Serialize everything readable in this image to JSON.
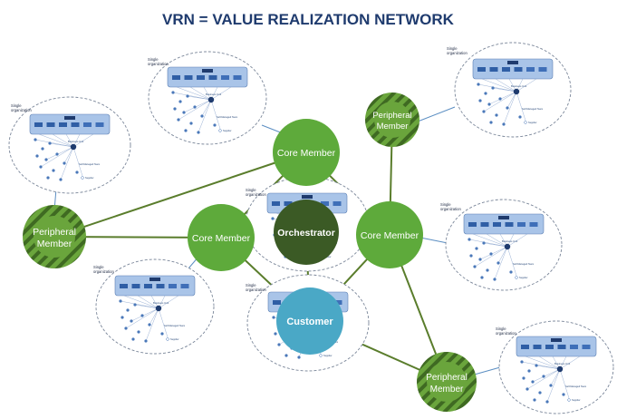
{
  "title": "VRN = VALUE REALIZATION NETWORK",
  "nodes": {
    "core_top": "Core Member",
    "core_left": "Core Member",
    "core_right": "Core Member",
    "orchestrator": "Orchestrator",
    "customer": "Customer",
    "peripheral_left": [
      "Peripheral",
      "Member"
    ],
    "peripheral_top": [
      "Peripheral",
      "Member"
    ],
    "peripheral_bottom": [
      "Peripheral",
      "Member"
    ]
  },
  "org_label": [
    "Single",
    "organization"
  ],
  "mini_labels": {
    "business_unit": "Business Unit",
    "self_managed": "Self-Managed Team",
    "supplier": "Supplier"
  },
  "colors": {
    "title": "#1f3b6e",
    "core": "#5eaa3b",
    "orchestrator": "#3b5a25",
    "customer": "#4aa8c6",
    "peripheral": "#6aa53c",
    "link": "#5a7d2c",
    "org_link": "#5b8ec2",
    "panel": "#a9c4e8"
  }
}
